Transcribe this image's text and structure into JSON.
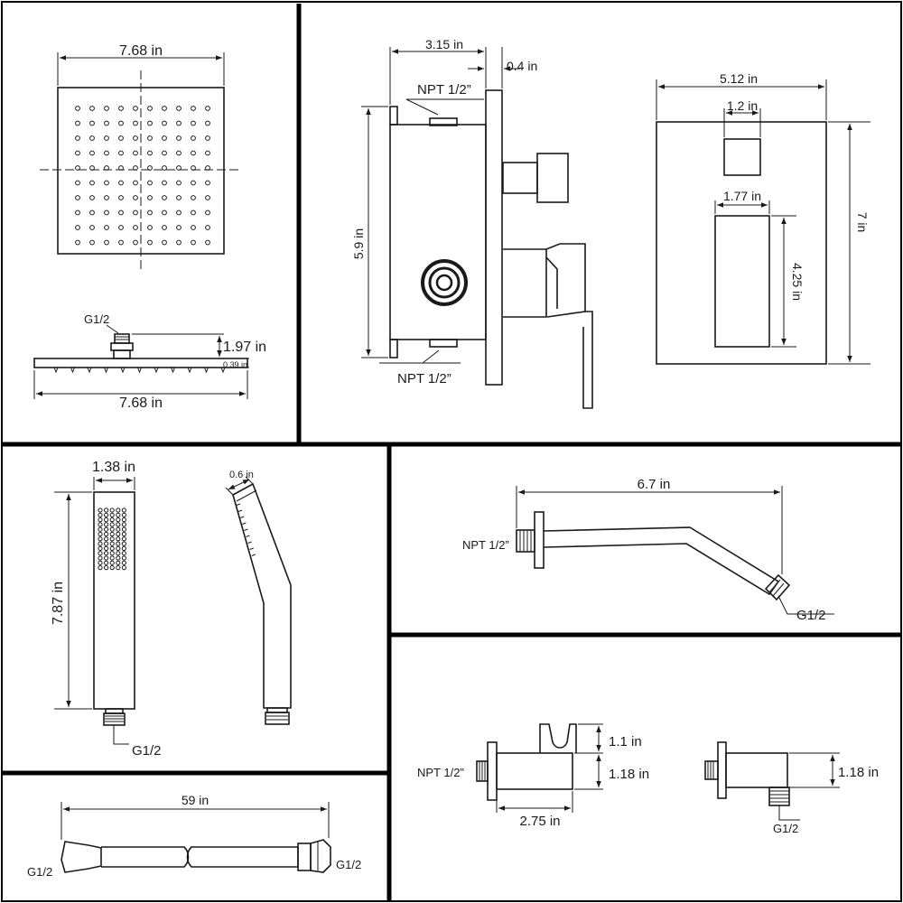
{
  "rain_head": {
    "top_width": "7.68 in",
    "connector": "G1/2",
    "height": "1.97 in",
    "plate": "0.39 in",
    "side_width": "7.68 in"
  },
  "valve": {
    "depth": "3.15 in",
    "plate": "0.4 in",
    "inlet_top": "NPT 1/2”",
    "height": "5.9 in",
    "inlet_bottom": "NPT 1/2”"
  },
  "trim": {
    "width": "5.12 in",
    "knob_width": "1.2 in",
    "slot_width": "1.77 in",
    "height": "7 in",
    "slot_height": "4.25 in"
  },
  "hand_shower": {
    "width": "1.38 in",
    "length": "7.87 in",
    "thickness": "0.6 in",
    "connector": "G1/2"
  },
  "shower_arm": {
    "length": "6.7 in",
    "inlet": "NPT 1/2”",
    "outlet": "G1/2"
  },
  "hose": {
    "length": "59 in",
    "left": "G1/2",
    "right": "G1/2"
  },
  "holder": {
    "inlet": "NPT 1/2”",
    "cradle_height": "1.1 in",
    "body_height": "1.18 in",
    "depth": "2.75 in"
  },
  "elbow": {
    "height": "1.18 in",
    "outlet": "G1/2"
  }
}
